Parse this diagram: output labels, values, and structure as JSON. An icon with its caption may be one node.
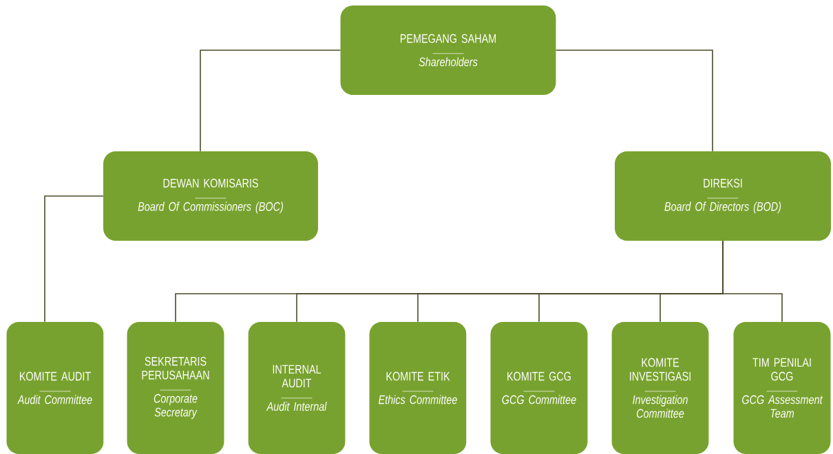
{
  "diagram": {
    "nodes": [
      {
        "text": [
          "PEMEGANG SAHAM",
          "Shareholders"
        ]
      },
      {
        "text": [
          "DEWAN KOMISARIS",
          "Board Of Commissioners (BOC)"
        ]
      },
      {
        "text": [
          "DIREKSI",
          "Board Of Directors (BOD)"
        ]
      },
      {
        "text": [
          "KOMITE AUDIT",
          "Audit Committee"
        ]
      },
      {
        "text": [
          "SEKRETARIS PERUSAHAAN",
          "Corporate Secretary"
        ]
      },
      {
        "text": [
          "INTERNAL AUDIT",
          "Audit Internal"
        ]
      },
      {
        "text": [
          "KOMITE ETIK",
          "Ethics Committee"
        ]
      },
      {
        "text": [
          "KOMITE GCG",
          "GCG Committee"
        ]
      },
      {
        "text": [
          "KOMITE INVESTIGASI",
          "Investigation Committee"
        ]
      },
      {
        "text": [
          "TIM PENILAI GCG",
          "GCG Assessment Team"
        ]
      }
    ],
    "edges": [
      {
        "from": 0,
        "to": 1,
        "arrow": "none"
      },
      {
        "from": 0,
        "to": 2,
        "arrow": "none"
      },
      {
        "from": 1,
        "to": 3,
        "arrow": "none"
      },
      {
        "from": 2,
        "to": 4,
        "arrow": "none"
      },
      {
        "from": 2,
        "to": 5,
        "arrow": "none"
      },
      {
        "from": 2,
        "to": 6,
        "arrow": "none"
      },
      {
        "from": 2,
        "to": 7,
        "arrow": "none"
      },
      {
        "from": 2,
        "to": 8,
        "arrow": "none"
      },
      {
        "from": 2,
        "to": 9,
        "arrow": "none"
      }
    ]
  }
}
